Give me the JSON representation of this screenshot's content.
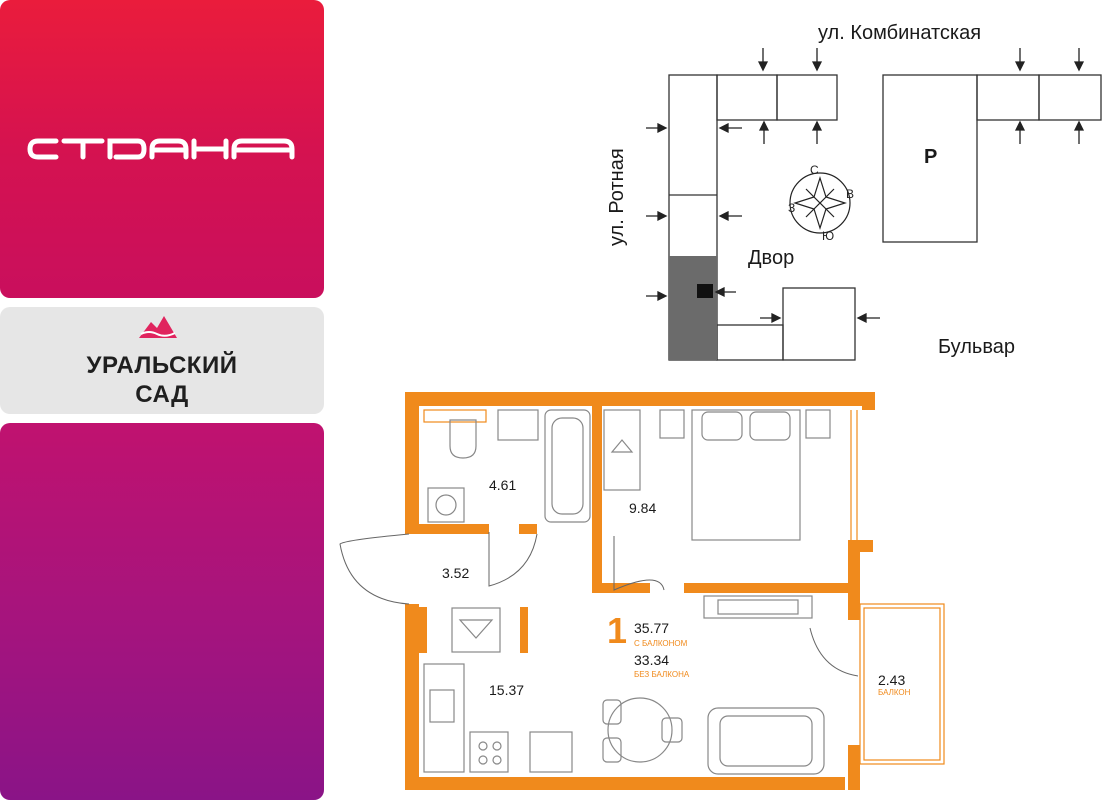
{
  "brand": {
    "logo_text": "страна",
    "color_top": "#ea1c3c",
    "color_bottom": "#c90f5d"
  },
  "complex": {
    "name": "УРАЛЬСКИЙ\nСАД",
    "icon": "mountain-logo-icon",
    "accent": "#e0245e"
  },
  "promo": {
    "color_top": "#c0126f",
    "color_bottom": "#8a1487"
  },
  "site_plan": {
    "street_top": "ул. Комбинатская",
    "street_left": "ул. Ротная",
    "yard": "Двор",
    "boulevard": "Бульвар",
    "parking": "Р",
    "compass": {
      "north": "С",
      "east": "В",
      "south": "Ю",
      "west": "З"
    }
  },
  "floor_plan": {
    "accent": "#f08a1c",
    "rooms": {
      "bathroom": "4.61",
      "bedroom": "9.84",
      "hall": "3.52",
      "living": "15.37",
      "balcony": "2.43"
    },
    "apartment_number": "1",
    "total_area": "35.77",
    "total_area_label": "С БАЛКОНОМ",
    "living_area": "33.34",
    "living_area_label": "БЕЗ БАЛКОНА",
    "balcony_label": "БАЛКОН"
  }
}
